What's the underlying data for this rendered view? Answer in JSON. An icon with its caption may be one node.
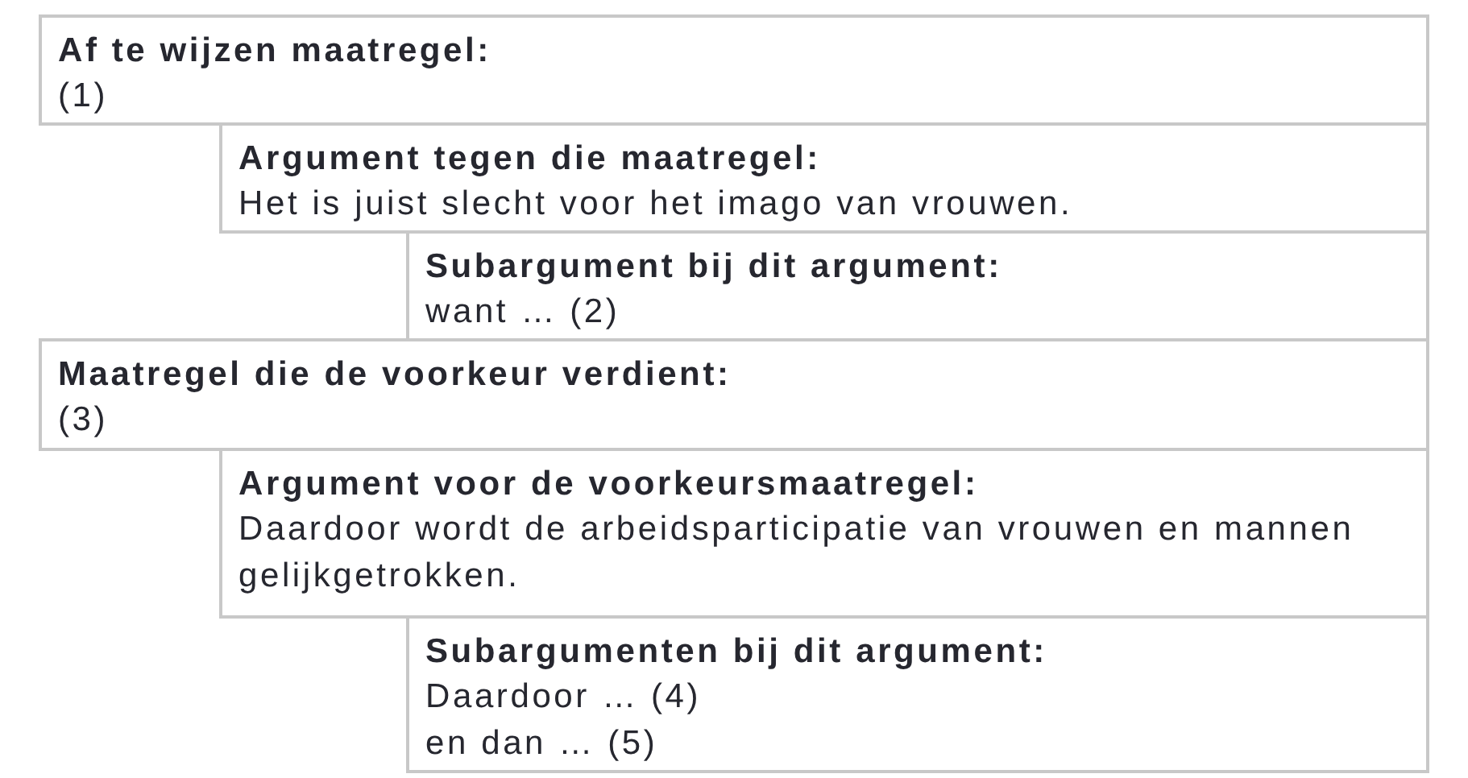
{
  "diagram": {
    "nodes": [
      {
        "text": [
          "Af te wijzen maatregel:",
          "(1)"
        ]
      },
      {
        "text": [
          "Argument tegen die maatregel:",
          "Het is juist slecht voor het imago van vrouwen."
        ]
      },
      {
        "text": [
          "Subargument bij dit argument:",
          "want … (2)"
        ]
      },
      {
        "text": [
          "Maatregel die de voorkeur verdient:",
          "(3)"
        ]
      },
      {
        "text": [
          "Argument voor de voorkeursmaatregel:",
          "Daardoor wordt de arbeidsparticipatie van vrouwen en mannen gelijkgetrokken."
        ]
      },
      {
        "text": [
          "Subargumenten bij dit argument:",
          "Daardoor … (4)",
          "en dan … (5)"
        ]
      }
    ]
  }
}
